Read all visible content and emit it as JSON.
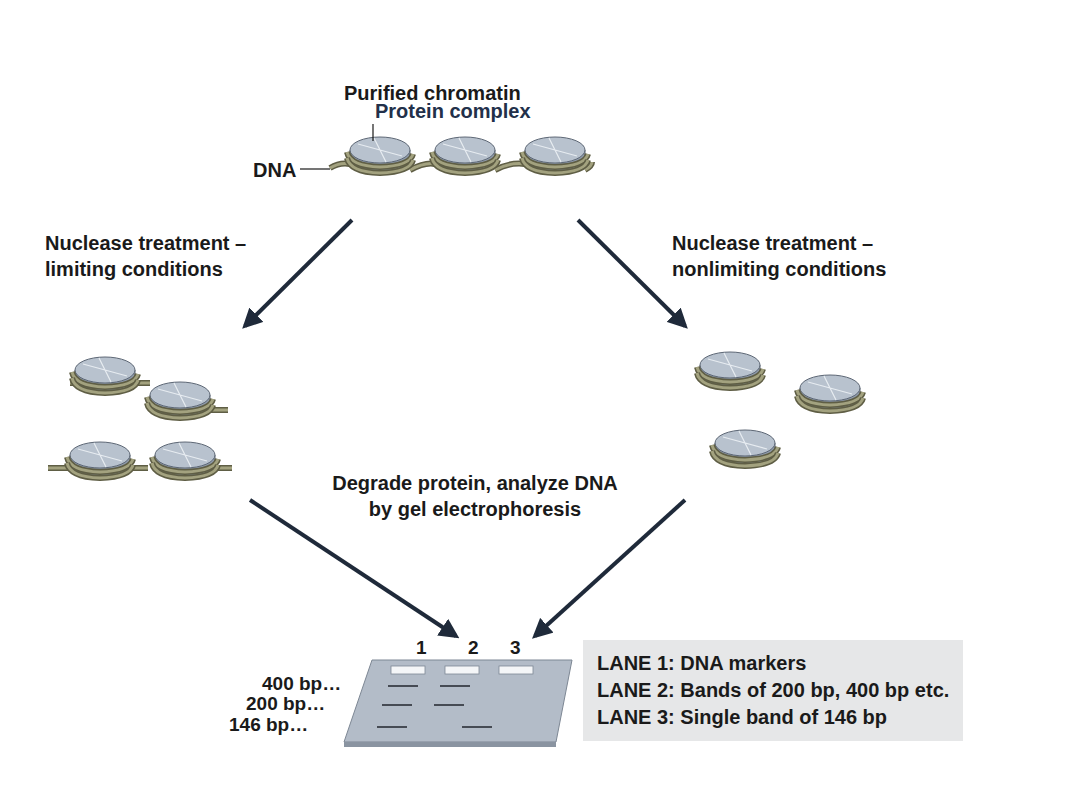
{
  "diagram": {
    "title": "Purified chromatin",
    "nodes": [
      {
        "text": [
          "LANE 1: DNA markers",
          "LANE 2: Bands of 200 bp, 400 bp etc.",
          "LANE 3: Single band of 146 bp"
        ]
      }
    ],
    "labels": [
      "Protein complex",
      "DNA",
      "Nuclease treatment – limiting conditions",
      "Nuclease treatment – nonlimiting conditions",
      "Degrade protein, analyze DNA by gel electrophoresis",
      "1",
      "2",
      "3",
      "400 bp…",
      "200 bp…",
      "146 bp…"
    ]
  }
}
